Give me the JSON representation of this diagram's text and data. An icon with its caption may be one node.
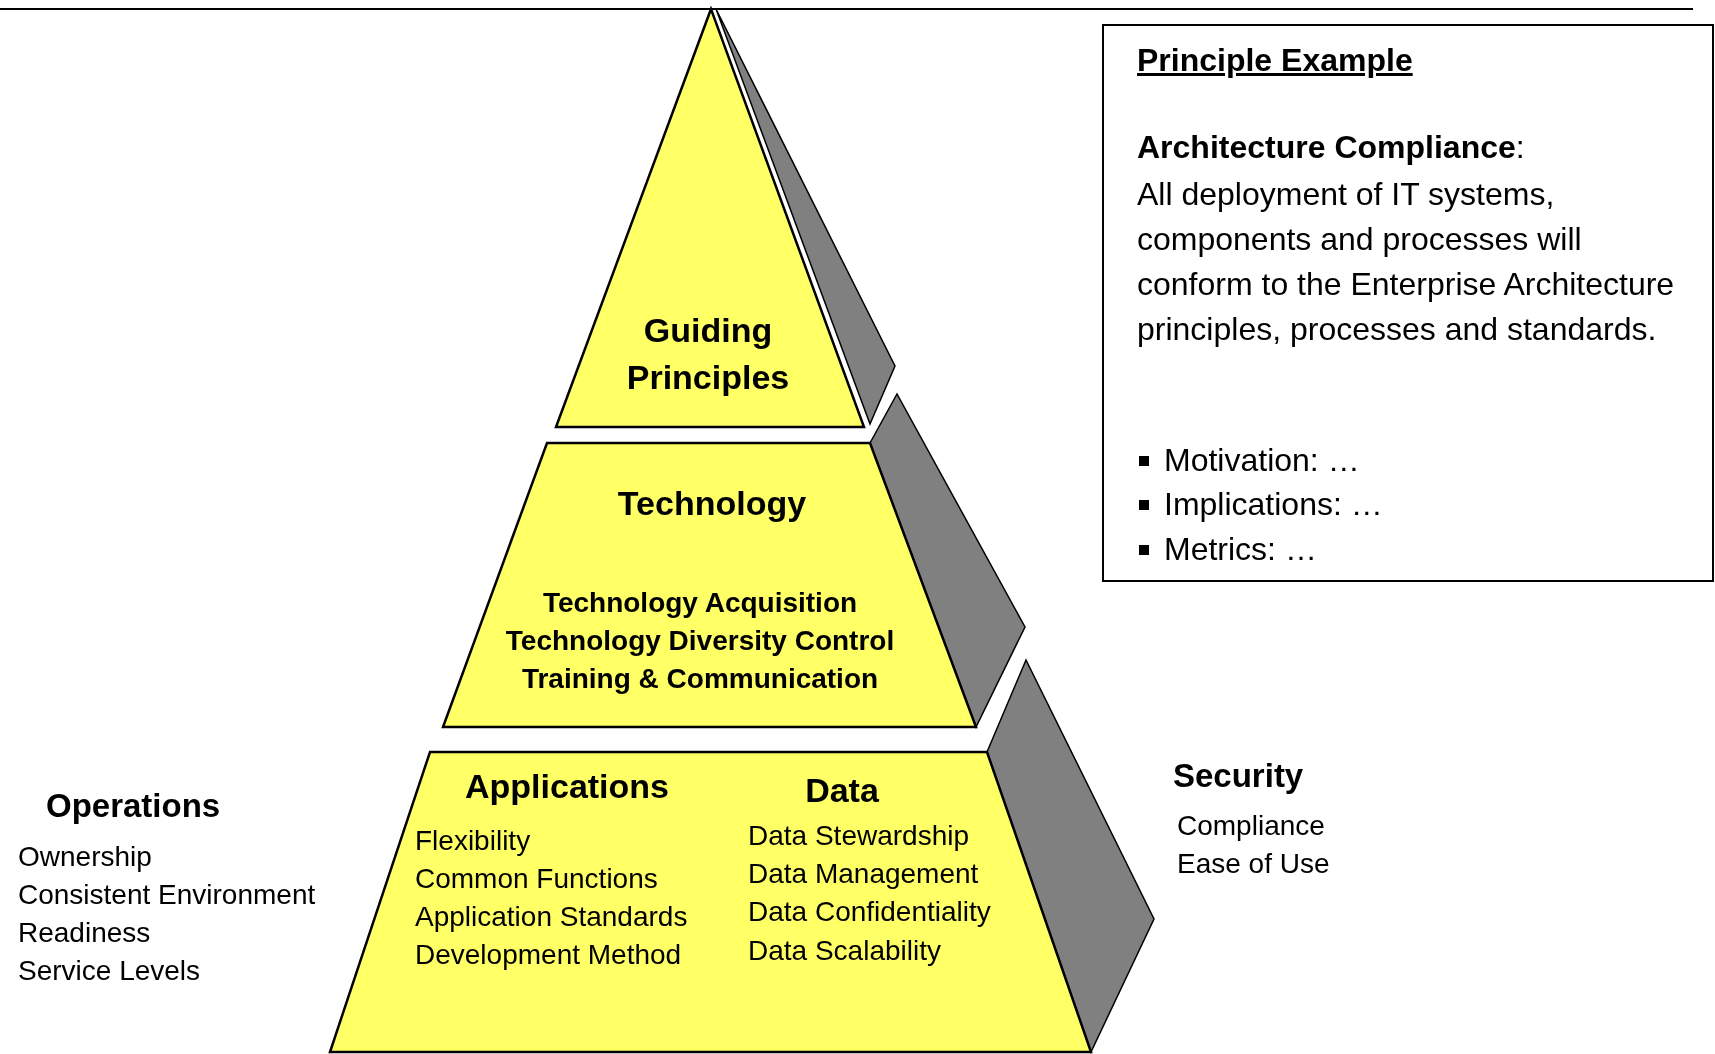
{
  "diagram": {
    "nodes": [
      {
        "text": [
          "Guiding Principles"
        ]
      },
      {
        "text": [
          "Technology",
          "Technology Acquisition",
          "Technology Diversity Control",
          "Training & Communication"
        ]
      },
      {
        "text": [
          "Applications",
          "Flexibility",
          "Common Functions",
          "Application Standards",
          "Development Method",
          "Data",
          "Data Stewardship",
          "Data Management",
          "Data Confidentiality",
          "Data Scalability"
        ]
      },
      {
        "text": [
          "Principle Example",
          "**Architecture Compliance**:",
          "All deployment of IT systems, components and processes will conform to the Enterprise Architecture principles, processes and standards.",
          "Motivation: …",
          "Implications: …",
          "Metrics: …"
        ]
      }
    ],
    "labels": [
      "Operations",
      "Ownership",
      "Consistent Environment",
      "Readiness",
      "Service Levels",
      "Security",
      "Compliance",
      "Ease of Use"
    ]
  }
}
